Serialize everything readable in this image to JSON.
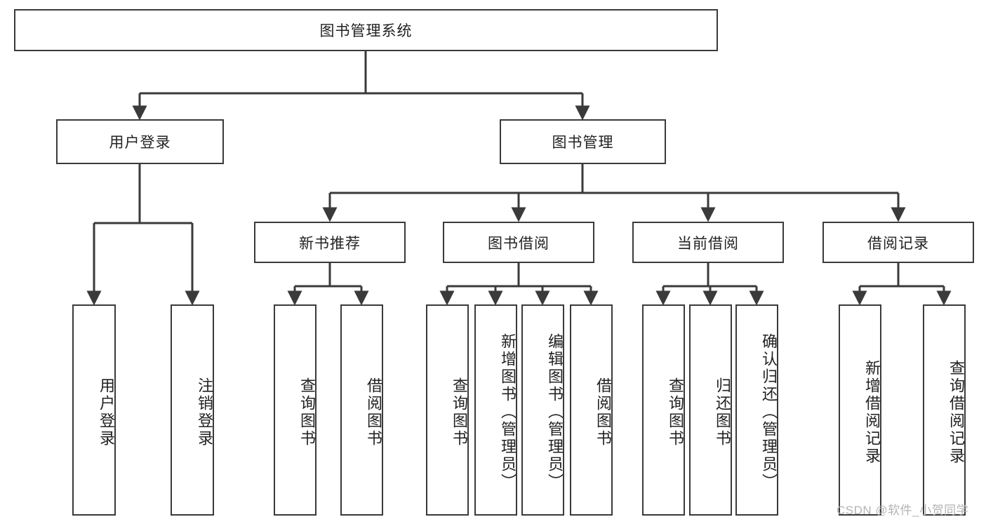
{
  "diagram": {
    "title_node": {
      "label": "图书管理系统"
    },
    "level2": [
      {
        "label": "用户登录"
      },
      {
        "label": "图书管理"
      }
    ],
    "level3": [
      {
        "label": "新书推荐"
      },
      {
        "label": "图书借阅"
      },
      {
        "label": "当前借阅"
      },
      {
        "label": "借阅记录"
      }
    ],
    "leaves": {
      "user_login": [
        {
          "label": "用户登录"
        },
        {
          "label": "注销登录"
        }
      ],
      "new_book_recommend": [
        {
          "label": "查询图书"
        },
        {
          "label": "借阅图书"
        }
      ],
      "book_borrow": [
        {
          "label": "查询图书"
        },
        {
          "label": "新增图书（管理员）"
        },
        {
          "label": "编辑图书（管理员）"
        },
        {
          "label": "借阅图书"
        }
      ],
      "current_borrow": [
        {
          "label": "查询图书"
        },
        {
          "label": "归还图书"
        },
        {
          "label": "确认归还（管理员）"
        }
      ],
      "borrow_record": [
        {
          "label": "新增借阅记录"
        },
        {
          "label": "查询借阅记录"
        }
      ]
    }
  },
  "watermark": {
    "text": "CSDN @软件_小贺同学"
  },
  "colors": {
    "stroke": "#3a3a3a",
    "fill": "#ffffff",
    "text": "#222222",
    "watermark": "#b4b4b4"
  }
}
